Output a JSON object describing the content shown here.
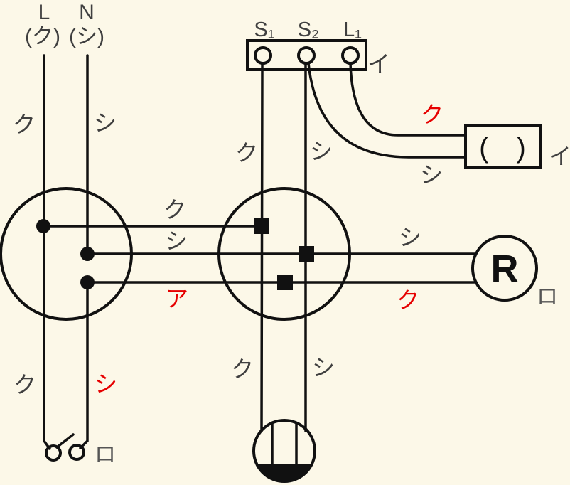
{
  "colors": {
    "background": "#fcf8e8",
    "line": "#111111",
    "label": "#3f3f3f",
    "red": "#e60000",
    "gray": "#555555"
  },
  "source": {
    "line_terminal": "L",
    "line_hint": "(ク)",
    "neutral_terminal": "N",
    "neutral_hint": "(シ)",
    "line_wire": "ク",
    "neutral_wire": "シ",
    "line_wire_lower": "ク",
    "neutral_wire_lower": "シ"
  },
  "auto_switch": {
    "terminals": [
      "S₁",
      "S₂",
      "L₁"
    ],
    "circuit": "イ",
    "s1_wire": "ク",
    "s2_wire": "シ"
  },
  "outdoor_light": {
    "symbol": "( )",
    "circuit": "イ",
    "hot_wire": "ク",
    "neutral_wire": "シ"
  },
  "box_wires": {
    "hot": "ク",
    "neutral": "シ",
    "switch_return": "ア"
  },
  "receptacle_wires": {
    "neutral": "シ",
    "hot": "ク"
  },
  "lamp_receptacle": {
    "label": "R",
    "circuit": "ロ"
  },
  "outlet": {
    "hot_wire": "ク",
    "neutral_wire": "シ"
  },
  "switch": {
    "circuit": "ロ"
  }
}
